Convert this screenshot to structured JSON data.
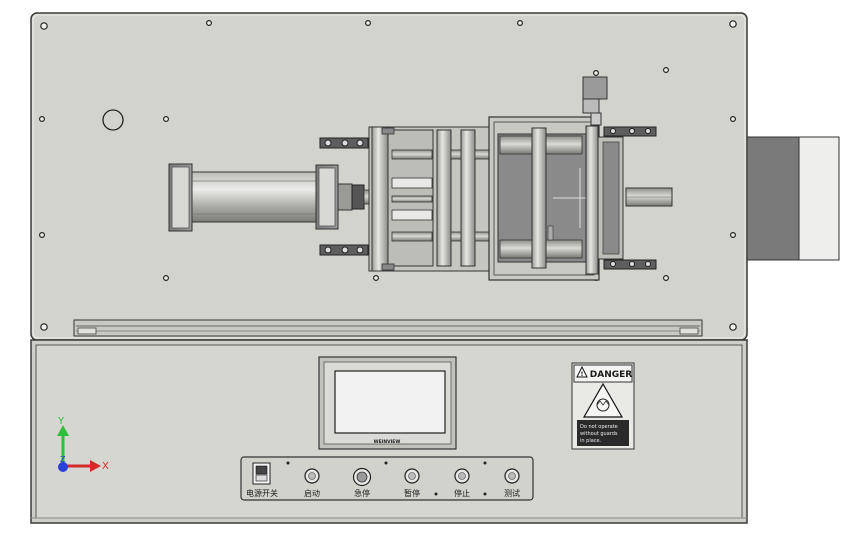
{
  "model": {
    "view": "top view",
    "machine": "pneumatic test fixture with control panel"
  },
  "screen": {
    "caption": "WEINVIEW"
  },
  "warning_label": {
    "title": "DANGER",
    "text_lines": [
      "Do not operate",
      "without guards",
      "in place."
    ]
  },
  "controls": {
    "power_switch": "电源开关",
    "start": "启动",
    "emergency_stop": "急停",
    "pause": "暂停",
    "stop": "停止",
    "test": "测试"
  },
  "triad": {
    "x_label": "X",
    "y_label": "Y",
    "z_label": "Z"
  },
  "colors": {
    "plate": "#d4d4cf",
    "frame_edge": "#3c3c3c",
    "screen": "#f2f2f2",
    "axis_x": "#d42a2a",
    "axis_y": "#2fbf3a",
    "axis_z": "#2a3fd4"
  },
  "icons": [
    "warning-triangle-icon",
    "hand-crush-hazard-icon"
  ]
}
